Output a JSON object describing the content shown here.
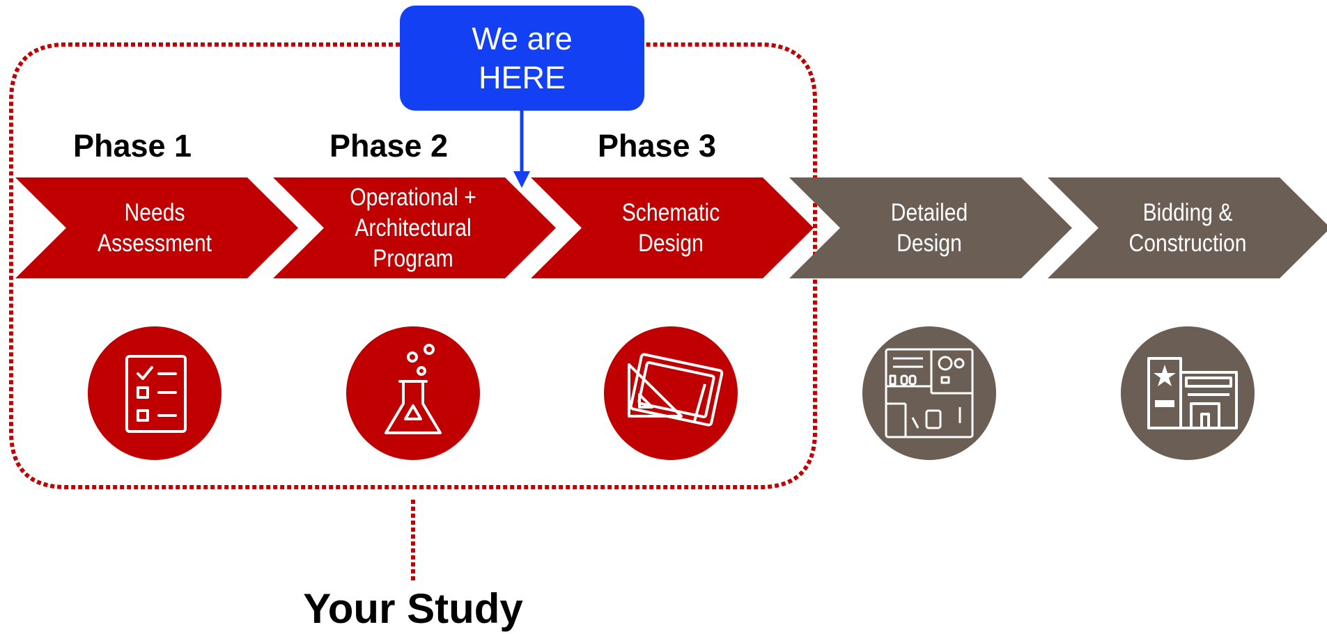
{
  "colors": {
    "active": "#c00000",
    "inactive": "#6b5e55",
    "marker": "#1240f2",
    "outline": "#c00000"
  },
  "marker": {
    "text": "We are\nHERE"
  },
  "phases": [
    {
      "label": "Phase 1"
    },
    {
      "label": "Phase 2"
    },
    {
      "label": "Phase 3"
    }
  ],
  "steps": [
    {
      "label": "Needs\nAssessment",
      "status": "active",
      "icon": "checklist-icon"
    },
    {
      "label": "Operational +\nArchitectural\nProgram",
      "status": "active",
      "icon": "flask-icon"
    },
    {
      "label": "Schematic\nDesign",
      "status": "active",
      "icon": "drafting-icon"
    },
    {
      "label": "Detailed\nDesign",
      "status": "inactive",
      "icon": "floor-plan-icon"
    },
    {
      "label": "Bidding &\nConstruction",
      "status": "inactive",
      "icon": "building-icon"
    }
  ],
  "scope_label": "Your Study"
}
